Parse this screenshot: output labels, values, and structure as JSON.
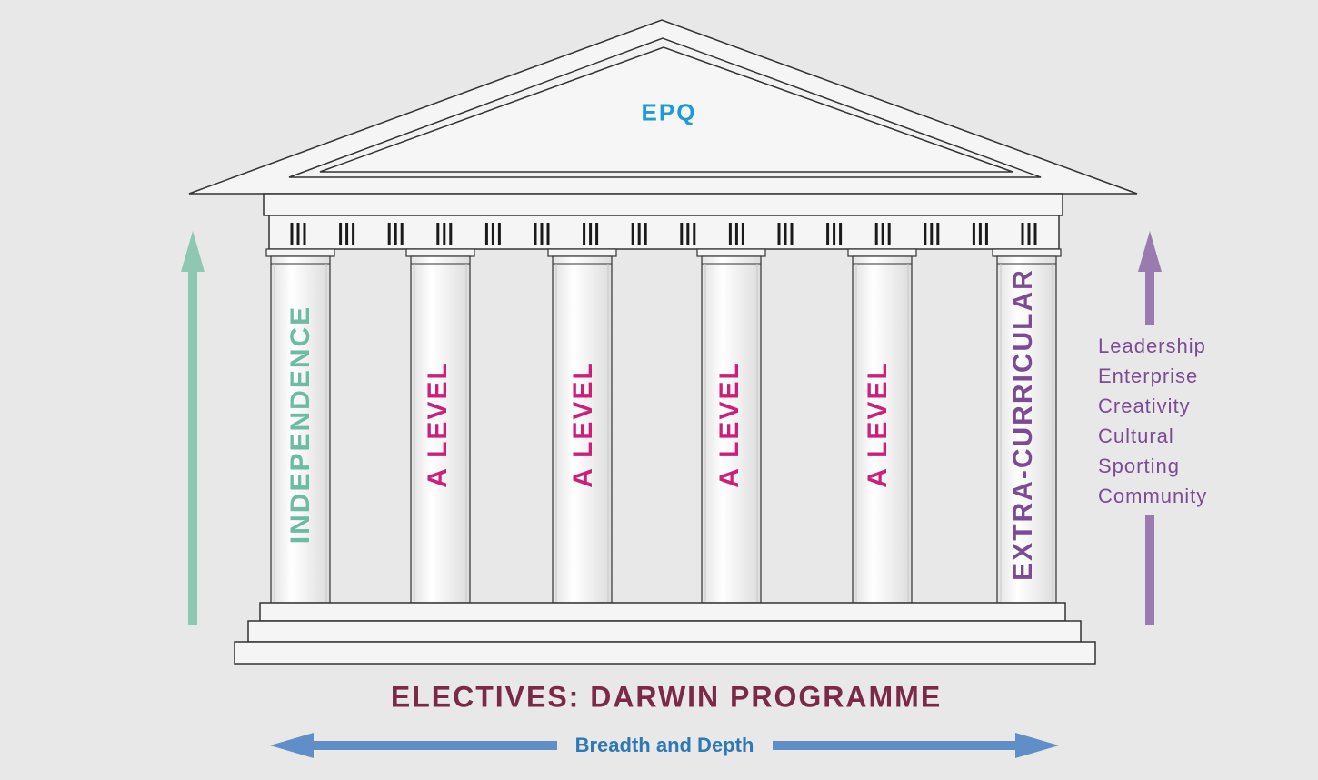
{
  "colors": {
    "background": "#e8e8e8",
    "building_fill": "#f5f5f5",
    "outline": "#333333",
    "epq": "#1e9bd7",
    "independence": "#6dbba3",
    "a_level": "#cc1f79",
    "extra_curricular": "#7b4b93",
    "electives": "#7a2947",
    "breadth": "#2d78b5",
    "green_arrow": "#8ec8b2",
    "purple_arrow": "#9a7bb0",
    "blue_arrow": "#5f8fc6"
  },
  "roof": {
    "label": "EPQ"
  },
  "pillars": [
    {
      "label": "INDEPENDENCE",
      "color_key": "independence"
    },
    {
      "label": "A LEVEL",
      "color_key": "a_level"
    },
    {
      "label": "A LEVEL",
      "color_key": "a_level"
    },
    {
      "label": "A LEVEL",
      "color_key": "a_level"
    },
    {
      "label": "A LEVEL",
      "color_key": "a_level"
    },
    {
      "label": "EXTRA-CURRICULAR",
      "color_key": "extra_curricular"
    }
  ],
  "extra_curricular_list": [
    "Leadership",
    "Enterprise",
    "Creativity",
    "Cultural",
    "Sporting",
    "Community"
  ],
  "foundation": {
    "label": "ELECTIVES: DARWIN PROGRAMME"
  },
  "bottom_arrow": {
    "label": "Breadth and Depth"
  }
}
